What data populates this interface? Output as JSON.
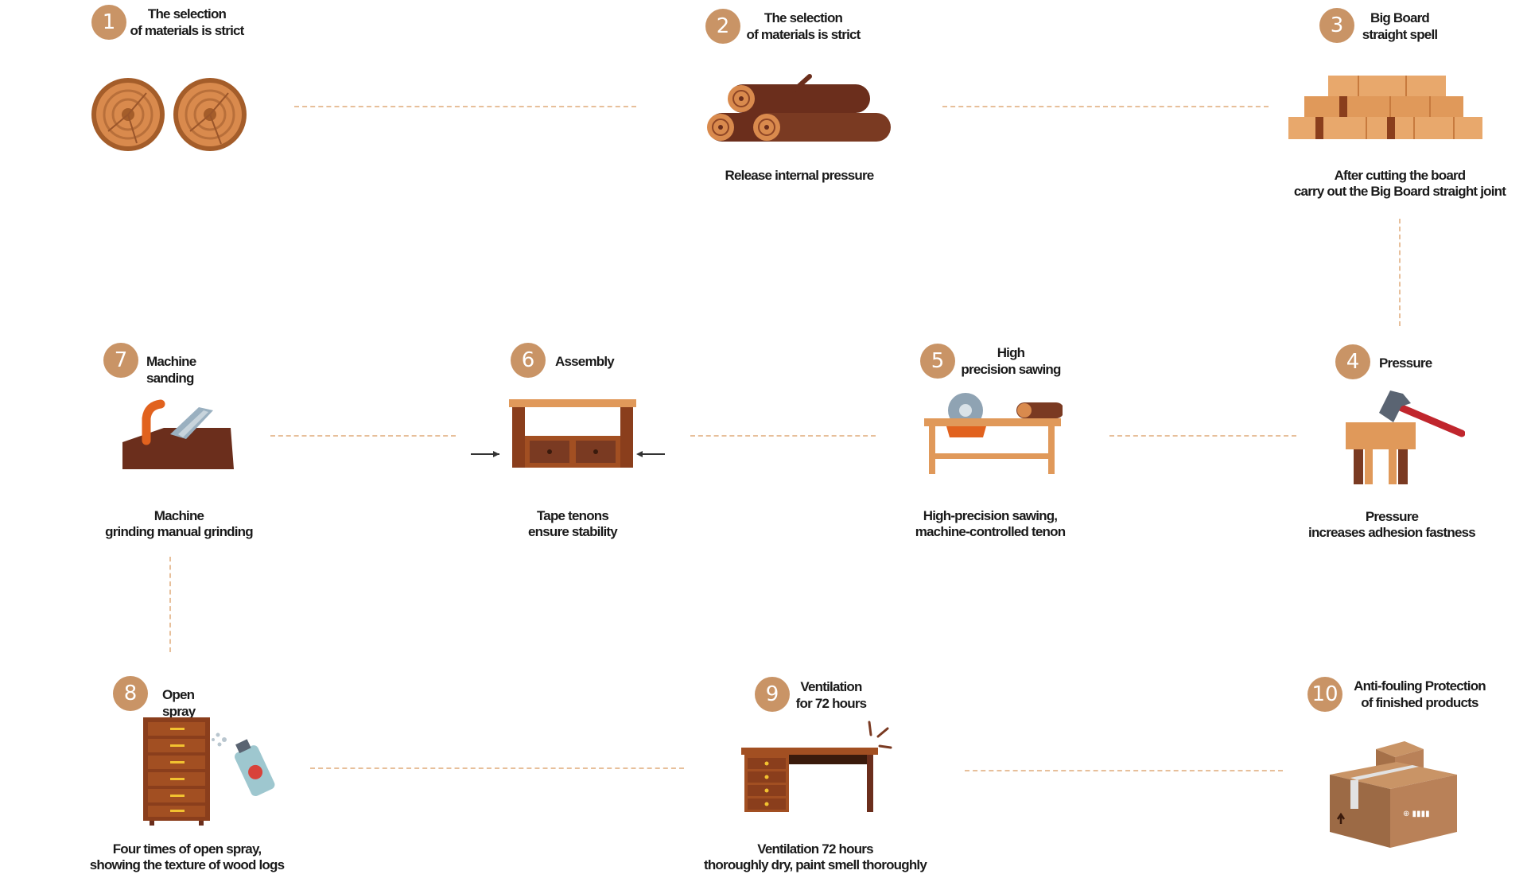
{
  "accent_color": "#c99466",
  "connector_color": "#e7bf9a",
  "steps": [
    {
      "number": "1",
      "title": "The selection\nof materials is strict",
      "description": "",
      "icon": "log-ends-icon"
    },
    {
      "number": "2",
      "title": "The selection\nof materials is strict",
      "description": "Release internal pressure",
      "icon": "log-pile-icon"
    },
    {
      "number": "3",
      "title": "Big Board\nstraight spell",
      "description": "After cutting the board\ncarry out the Big Board straight joint",
      "icon": "plank-stack-icon"
    },
    {
      "number": "4",
      "title": "Pressure",
      "description": "Pressure\nincreases adhesion fastness",
      "icon": "hammer-stool-icon"
    },
    {
      "number": "5",
      "title": "High\nprecision sawing",
      "description": "High-precision sawing,\nmachine-controlled tenon",
      "icon": "saw-table-icon"
    },
    {
      "number": "6",
      "title": "Assembly",
      "description": "Tape tenons\nensure stability",
      "icon": "tv-cabinet-icon"
    },
    {
      "number": "7",
      "title": "Machine sanding",
      "description": "Machine\ngrinding manual grinding",
      "icon": "hand-plane-icon"
    },
    {
      "number": "8",
      "title": "Open spray",
      "description": "Four times of open spray,\nshowing the texture of wood logs",
      "icon": "spray-cabinet-icon"
    },
    {
      "number": "9",
      "title": "Ventilation\nfor 72 hours",
      "description": "Ventilation 72 hours\nthoroughly dry, paint smell thoroughly",
      "icon": "desk-icon"
    },
    {
      "number": "10",
      "title": "Anti-fouling Protection\nof finished products",
      "description": "",
      "icon": "cardboard-box-icon"
    }
  ]
}
